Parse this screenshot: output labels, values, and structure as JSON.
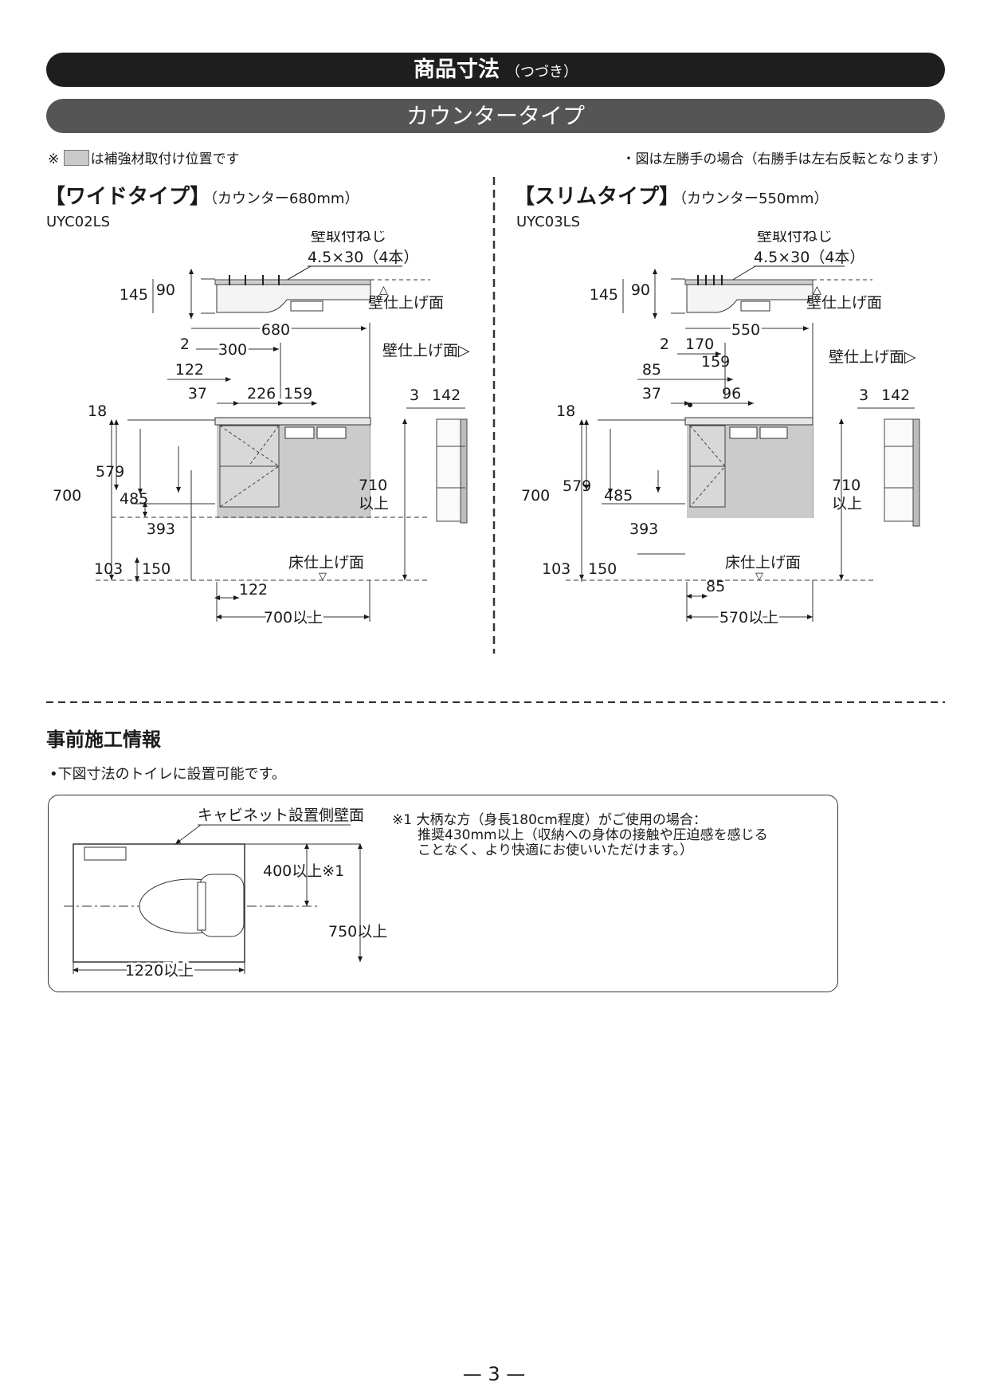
{
  "header": {
    "title": "商品寸法",
    "title_suffix": "（つづき）",
    "subtitle": "カウンタータイプ"
  },
  "notes": {
    "left_prefix": "※",
    "left_text": "は補強材取付け位置です",
    "right": "・図は左勝手の場合（右勝手は左右反転となります）"
  },
  "wide": {
    "heading": "【ワイドタイプ】",
    "heading_sub": "（カウンター680mm）",
    "model": "UYC02LS",
    "screw_label": "壁取付ねじ",
    "screw_spec": "4.5×30（4本）",
    "wall_finish": "壁仕上げ面",
    "wall_finish_side": "壁仕上げ面▷",
    "floor_finish": "床仕上げ面",
    "dims": {
      "d145": "145",
      "d90": "90",
      "d680": "680",
      "d2": "2",
      "d300": "300",
      "d122a": "122",
      "d37": "37",
      "d226": "226",
      "d159": "159",
      "d3": "3",
      "d142": "142",
      "d18": "18",
      "d579": "579",
      "d700": "700",
      "d485": "485",
      "d393": "393",
      "d103": "103",
      "d150": "150",
      "d710": "710",
      "d710b": "以上",
      "d122b": "122",
      "d700up": "700以上"
    }
  },
  "slim": {
    "heading": "【スリムタイプ】",
    "heading_sub": "（カウンター550mm）",
    "model": "UYC03LS",
    "screw_label": "壁取付ねじ",
    "screw_spec": "4.5×30（4本）",
    "wall_finish": "壁仕上げ面",
    "wall_finish_side": "壁仕上げ面▷",
    "floor_finish": "床仕上げ面",
    "dims": {
      "d145": "145",
      "d90": "90",
      "d550": "550",
      "d2": "2",
      "d170": "170",
      "d85a": "85",
      "d159": "159",
      "d37": "37",
      "d96": "96",
      "d3": "3",
      "d142": "142",
      "d18": "18",
      "d579": "579",
      "d700": "700",
      "d485": "485",
      "d393": "393",
      "d103": "103",
      "d150": "150",
      "d710": "710",
      "d710b": "以上",
      "d85b": "85",
      "d570up": "570以上"
    }
  },
  "pre_install": {
    "heading": "事前施工情報",
    "bullet": "•下図寸法のトイレに設置可能です。",
    "wall_label": "キャビネット設置側壁面",
    "dim_400": "400以上※1",
    "dim_750": "750以上",
    "dim_1220": "1220以上",
    "note_line1": "※1 大柄な方（身長180cm程度）がご使用の場合：",
    "note_line2": "推奨430mm以上（収納への身体の接触や圧迫感を感じる",
    "note_line3": "ことなく、より快適にお使いいただけます。）"
  },
  "page_number": "— 3 —",
  "colors": {
    "title_bg": "#1e1e1e",
    "subtitle_bg": "#555555",
    "reinforcement_gray": "#c9c9c9"
  }
}
